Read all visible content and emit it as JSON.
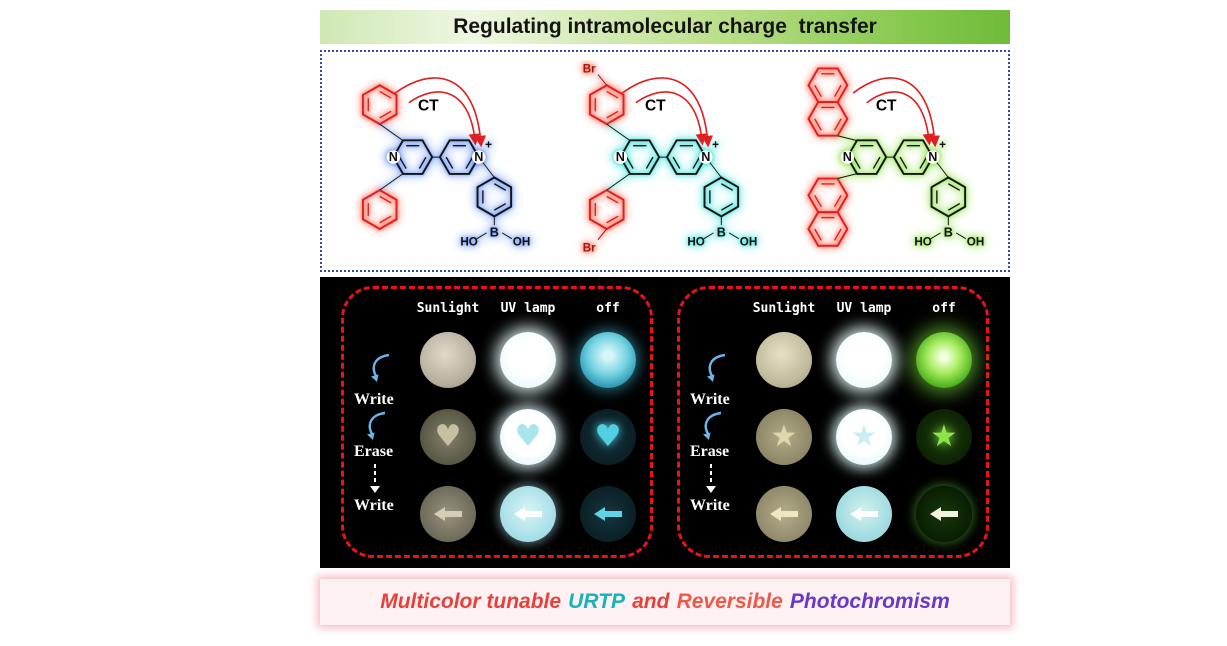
{
  "title": "Regulating intramolecular charge  transfer",
  "molecules": [
    {
      "substituent": "phenyl",
      "ct": "CT",
      "n_left": "N",
      "n_right": "N",
      "plus": "+",
      "ho": "HO",
      "b": "B",
      "oh": "OH",
      "glow": "#5b8af5"
    },
    {
      "substituent": "bromophenyl",
      "ct": "CT",
      "n_left": "N",
      "n_right": "N",
      "plus": "+",
      "ho": "HO",
      "b": "B",
      "oh": "OH",
      "br_top": "Br",
      "br_bottom": "Br",
      "glow": "#2fe0d8"
    },
    {
      "substituent": "naphthyl",
      "ct": "CT",
      "n_left": "N",
      "n_right": "N",
      "plus": "+",
      "ho": "HO",
      "b": "B",
      "oh": "OH",
      "glow": "#86e03a"
    }
  ],
  "icons": {
    "heart": "♥",
    "star": "★"
  },
  "photo_panels": [
    {
      "headers": [
        "Sunlight",
        "UV lamp",
        "off"
      ],
      "row_labels": [
        "Write",
        "Erase",
        "Write"
      ],
      "row_shapes": [
        "plain",
        "heart",
        "arrow"
      ],
      "glow_color": "#52cfe2"
    },
    {
      "headers": [
        "Sunlight",
        "UV lamp",
        "off"
      ],
      "row_labels": [
        "Write",
        "Erase",
        "Write"
      ],
      "row_shapes": [
        "plain",
        "star",
        "arrow"
      ],
      "glow_color": "#8ce44c"
    }
  ],
  "footer": {
    "multicolor": "Multicolor tunable",
    "urtp": "URTP",
    "and": "and",
    "reversible": "Reversible",
    "photochromism": "Photochromism"
  },
  "colors": {
    "banner_green": "#86c84e",
    "structure_border_blue": "#2e4f9e",
    "substituent_red": "#e02020",
    "panel_border_red": "#ee1111",
    "footer_red": "#e8403a",
    "footer_teal": "#17b2ba",
    "footer_salmon": "#f05848",
    "footer_purple": "#6838c8"
  }
}
